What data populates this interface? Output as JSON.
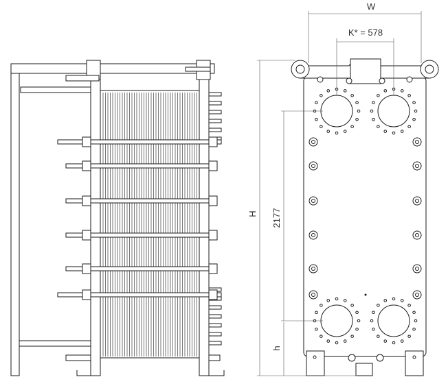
{
  "dimensions": {
    "width_label": "W",
    "port_spacing_label": "K* = 578",
    "height_label": "H",
    "port_distance_label": "2177",
    "port_height_label": "h"
  },
  "colors": {
    "line": "#1a1a1a",
    "dimension": "#555555",
    "background": "#ffffff"
  }
}
